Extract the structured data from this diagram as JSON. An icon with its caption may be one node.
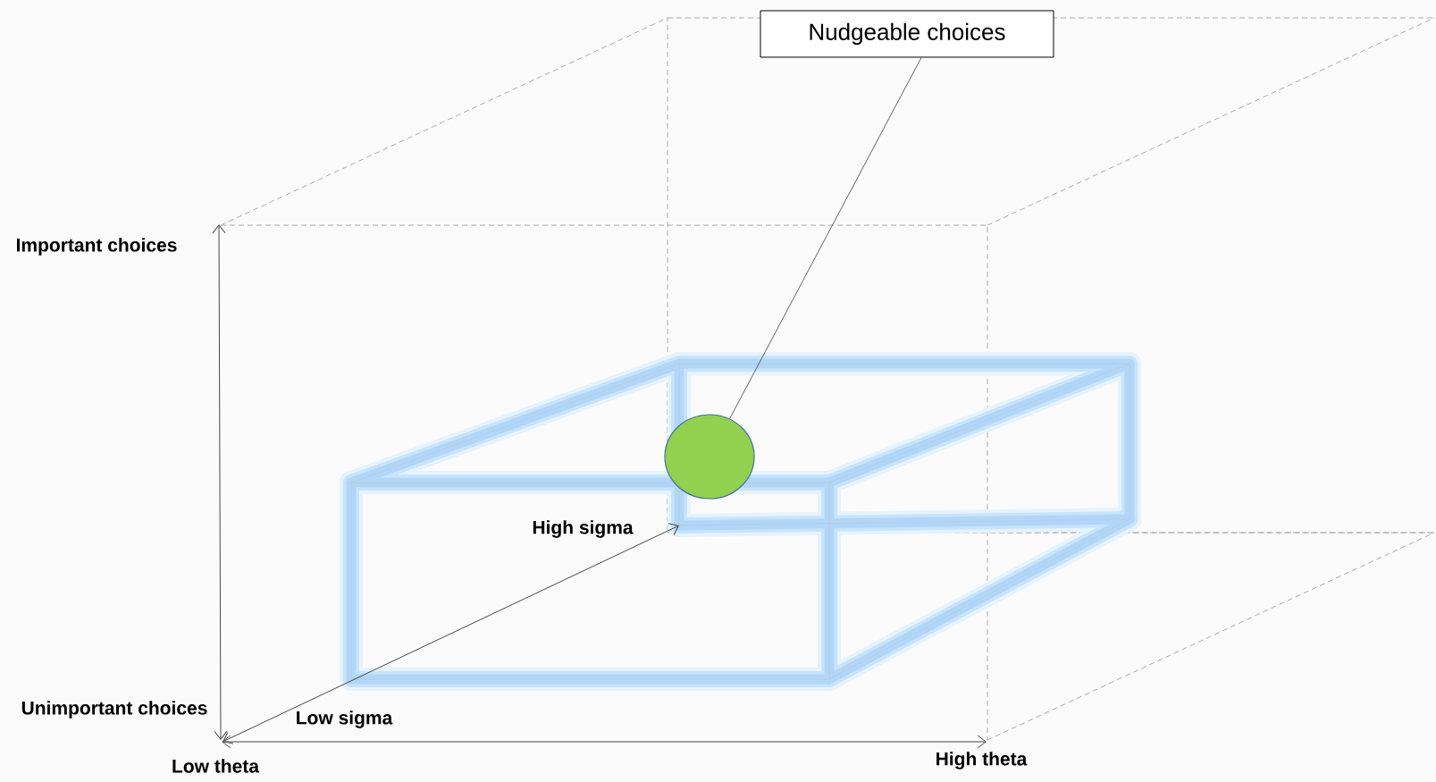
{
  "diagram": {
    "nodes": [
      {
        "text": [
          "Nudgeable choices"
        ]
      },
      {
        "text": [],
        "shape": "circle"
      }
    ],
    "edges": [
      {
        "from": 0,
        "to": 1,
        "arrow": "none"
      }
    ],
    "labels": [
      "Important choices",
      "High sigma",
      "Unimportant choices",
      "Low sigma",
      "Low theta",
      "High theta"
    ]
  }
}
